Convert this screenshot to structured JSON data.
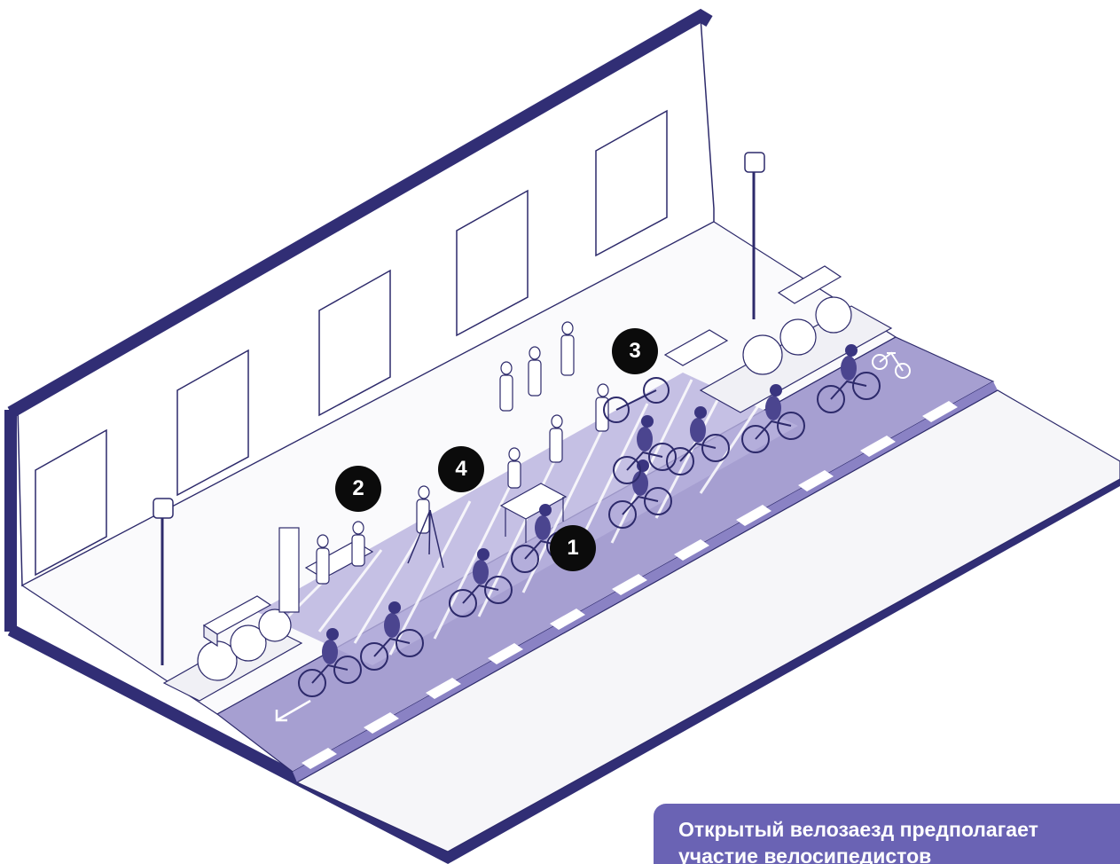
{
  "markers": [
    {
      "label": "1"
    },
    {
      "label": "2"
    },
    {
      "label": "3"
    },
    {
      "label": "4"
    }
  ],
  "caption": {
    "text": "Открытый велозаезд предполагает участие велосипедистов"
  },
  "colors": {
    "wall_frame": "#312e75",
    "bike_lane": "#a69fd1",
    "bike_lane_dark": "#8a82c4",
    "hatch": "#b8b2dd",
    "outline": "#2d2a6b",
    "road": "#f6f6f9",
    "marker_bg": "#0b0b0b",
    "caption_bg": "#6a63b4"
  },
  "icons": [
    "bicycle-lane-icon",
    "direction-arrow-icon"
  ],
  "cyclists_count": 9
}
